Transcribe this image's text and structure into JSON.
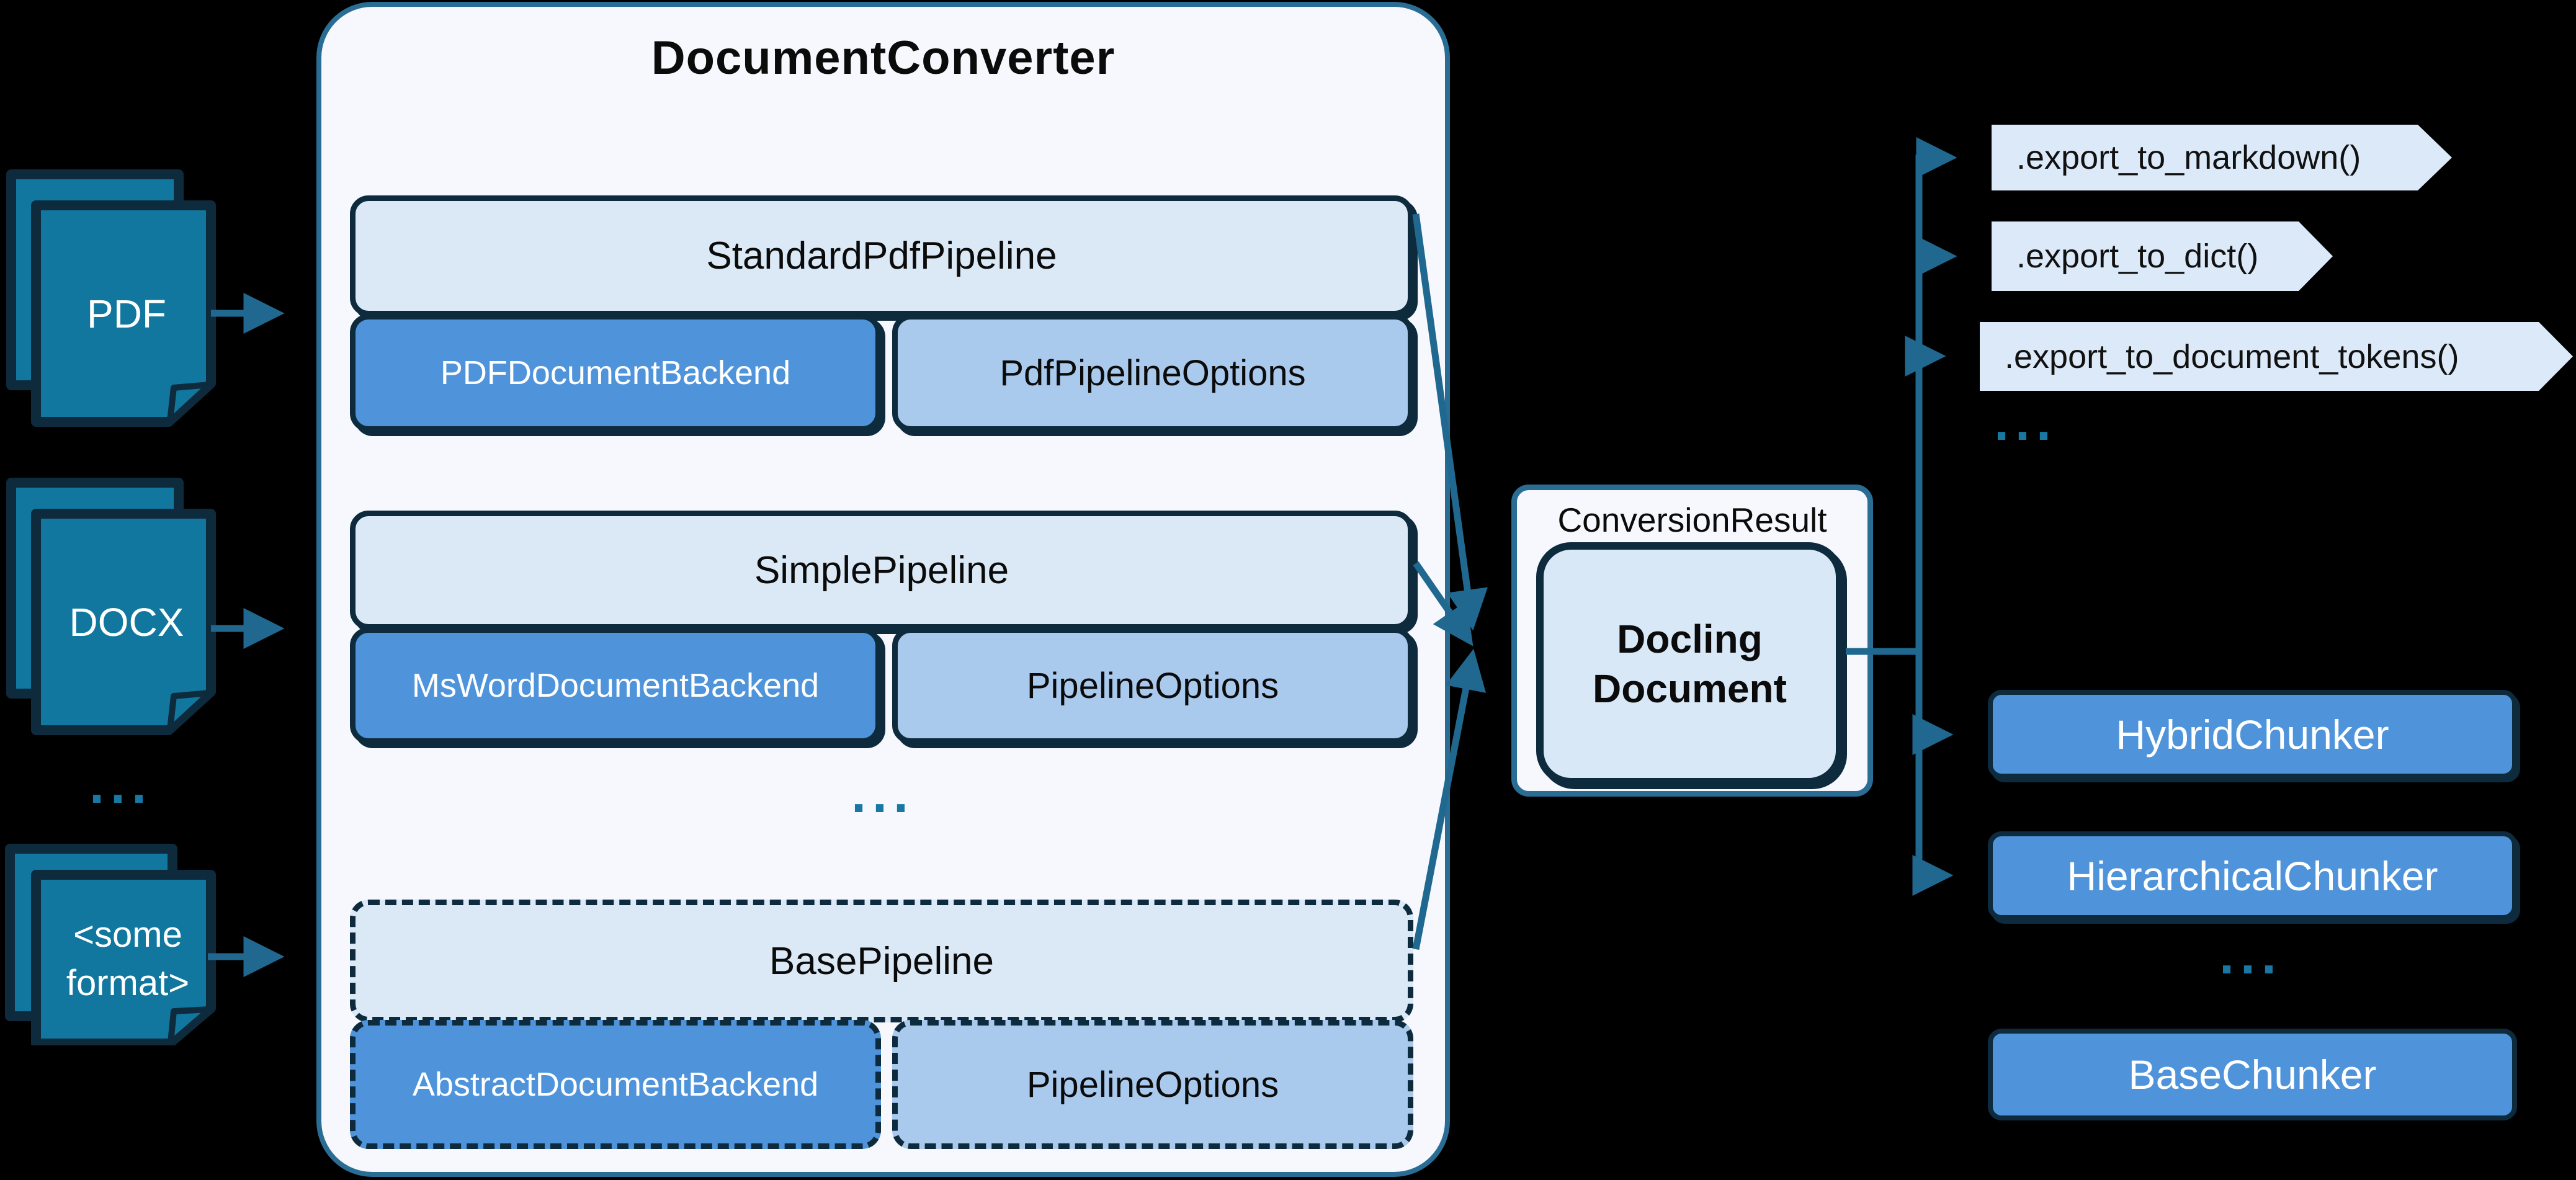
{
  "colors": {
    "background": "#000000",
    "teal_line": "#20688f",
    "doc_fill": "#11779e",
    "navy_border": "#0e2a3d",
    "container_bg": "#f6f8fd",
    "container_border": "#2a6d94",
    "pipeline_bg": "#dbe9f6",
    "backend_bg": "#4f94da",
    "options_bg": "#a9c9ed",
    "banner_bg": "#dce9f8",
    "chunker_bg": "#4f94da",
    "docling_bg": "#d9e8f6",
    "dots": "#1878a3"
  },
  "inputs": {
    "pdf": "PDF",
    "docx": "DOCX",
    "ellipsis": "...",
    "other": "<some format>"
  },
  "converter": {
    "title": "DocumentConverter",
    "ellipsis": "...",
    "pipelines": [
      {
        "name": "StandardPdfPipeline",
        "backend": "PDFDocumentBackend",
        "options": "PdfPipelineOptions"
      },
      {
        "name": "SimplePipeline",
        "backend": "MsWordDocumentBackend",
        "options": "PipelineOptions"
      },
      {
        "name": "BasePipeline",
        "backend": "AbstractDocumentBackend",
        "options": "PipelineOptions"
      }
    ]
  },
  "result": {
    "label": "ConversionResult",
    "document": "Docling Document"
  },
  "exports": {
    "items": [
      ".export_to_markdown()",
      ".export_to_dict()",
      ".export_to_document_tokens()"
    ],
    "ellipsis": "..."
  },
  "chunkers": {
    "hybrid": "HybridChunker",
    "hierarchical": "HierarchicalChunker",
    "ellipsis": "...",
    "base": "BaseChunker"
  }
}
